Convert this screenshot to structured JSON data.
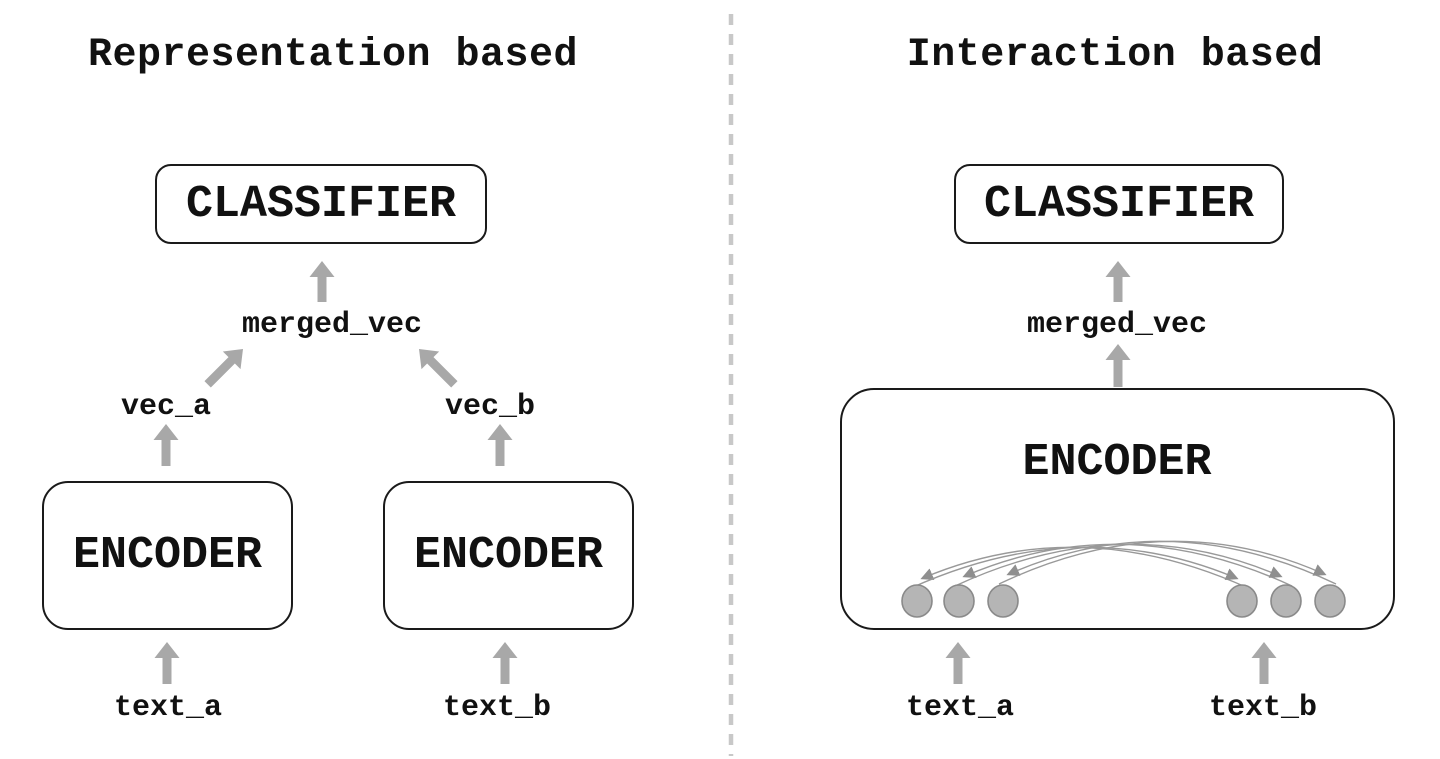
{
  "left": {
    "title": "Representation based",
    "classifier_label": "CLASSIFIER",
    "merged_vec_label": "merged_vec",
    "vec_a_label": "vec_a",
    "vec_b_label": "vec_b",
    "encoder_a_label": "ENCODER",
    "encoder_b_label": "ENCODER",
    "text_a_label": "text_a",
    "text_b_label": "text_b"
  },
  "right": {
    "title": "Interaction based",
    "classifier_label": "CLASSIFIER",
    "merged_vec_label": "merged_vec",
    "encoder_label": "ENCODER",
    "text_a_label": "text_a",
    "text_b_label": "text_b",
    "token_groups": [
      {
        "side": "a",
        "count": 3
      },
      {
        "side": "b",
        "count": 3
      }
    ]
  },
  "colors": {
    "text": "#111111",
    "box_border": "#1a1a1a",
    "arrow": "#a8a8a8",
    "arc": "#999999",
    "circle_fill": "#b5b5b5",
    "circle_stroke": "#8a8a8a",
    "divider": "#c8c8c8",
    "bg": "#ffffff"
  }
}
